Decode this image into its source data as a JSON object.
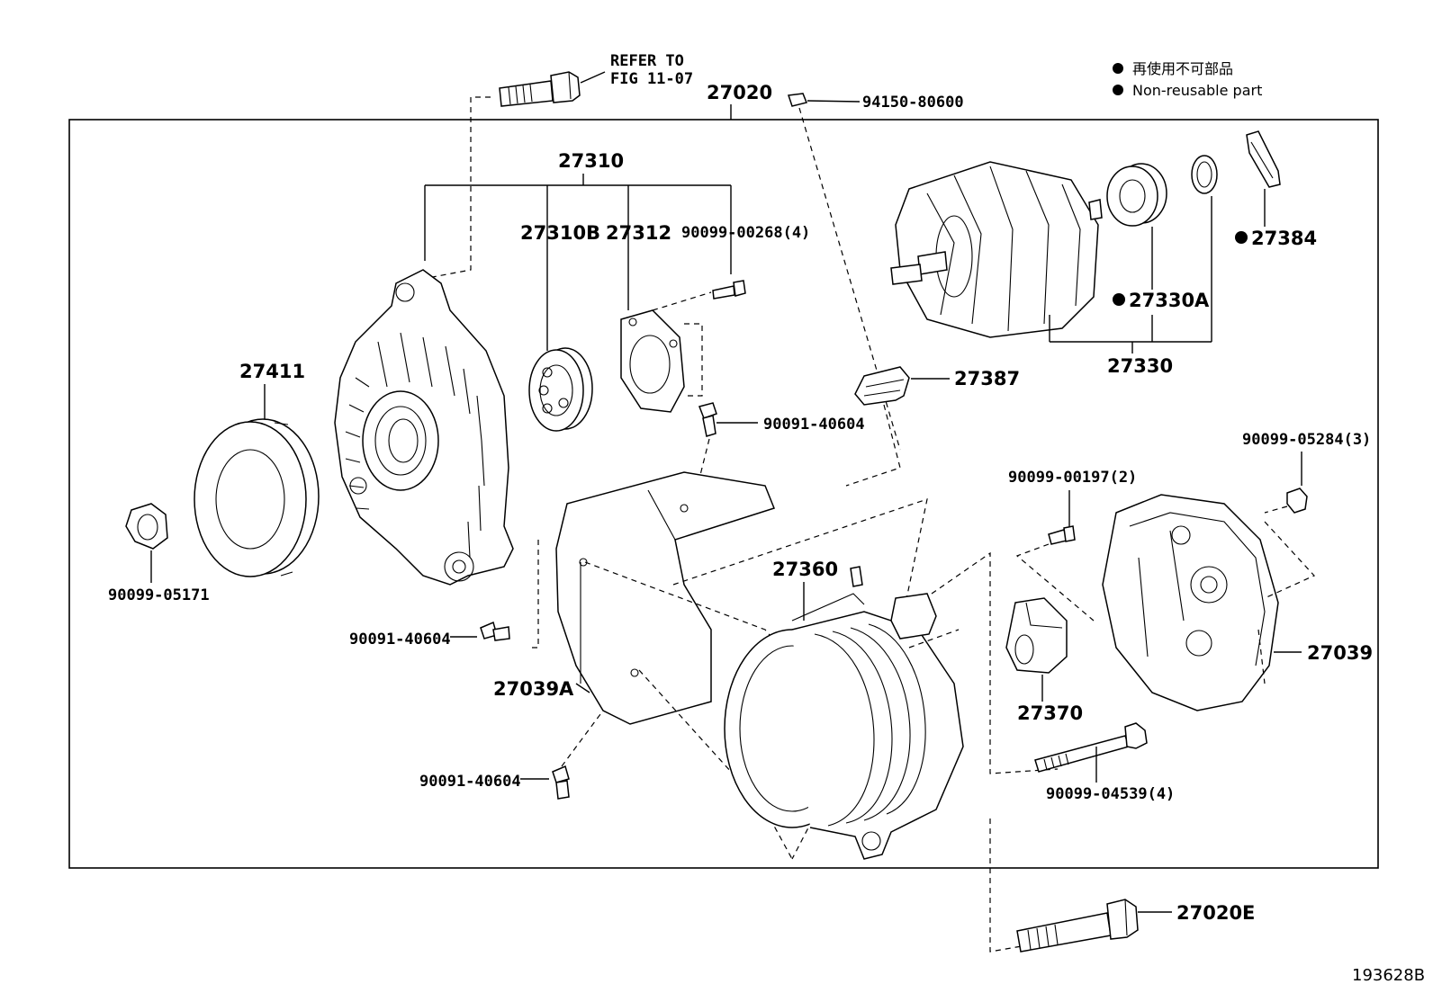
{
  "legend": {
    "line1": "再使用不可部品",
    "line2": "Non-reusable part"
  },
  "refer": {
    "line1": "REFER TO",
    "line2": "FIG 11-07"
  },
  "labels": {
    "p27020": "27020",
    "p94150": "94150-80600",
    "p27310": "27310",
    "p27310B": "27310B",
    "p27312": "27312",
    "p90099_00268": "90099-00268(4)",
    "p27384": "27384",
    "p27330A": "27330A",
    "p27330": "27330",
    "p27387": "27387",
    "p27411": "27411",
    "p90091_40604_a": "90091-40604",
    "p90099_05284": "90099-05284(3)",
    "p90099_00197": "90099-00197(2)",
    "p27360": "27360",
    "p90099_05171": "90099-05171",
    "p90091_40604_b": "90091-40604",
    "p27039": "27039",
    "p27039A": "27039A",
    "p27370": "27370",
    "p90091_40604_c": "90091-40604",
    "p90099_04539": "90099-04539(4)",
    "p27020E": "27020E"
  },
  "figure_id": "193628B"
}
